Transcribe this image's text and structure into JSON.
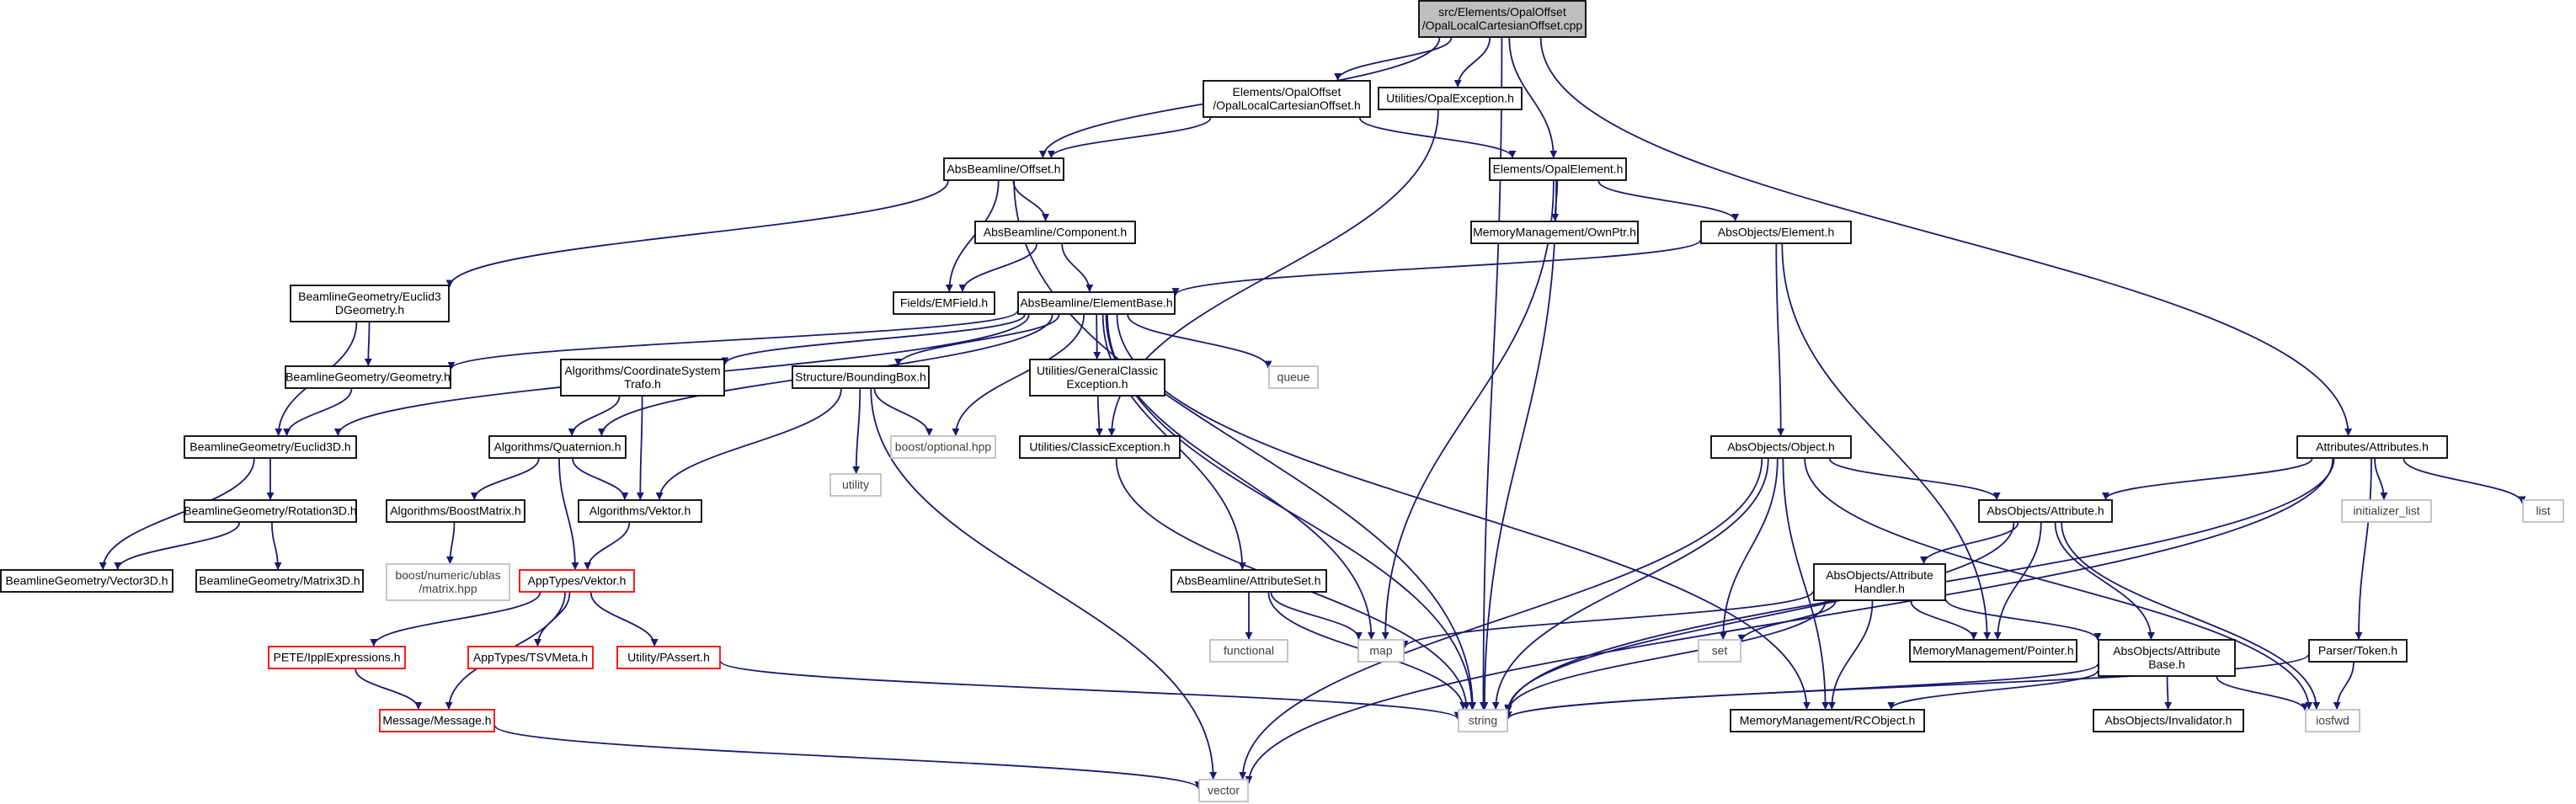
{
  "colors": {
    "edge": "#191970",
    "node_border": "#000000",
    "root_fill": "#bfbfbf",
    "missing_border": "#bfbfbf",
    "missing_text": "#404040",
    "red_border": "#ff0000",
    "text": "#000000"
  },
  "nodes": [
    {
      "id": "root",
      "lines": [
        "src/Elements/OpalOffset",
        "/OpalLocalCartesianOffset.cpp"
      ],
      "kind": "root"
    },
    {
      "id": "oplco_h",
      "lines": [
        "Elements/OpalOffset",
        "/OpalLocalCartesianOffset.h"
      ],
      "kind": "normal"
    },
    {
      "id": "opalexc",
      "lines": [
        "Utilities/OpalException.h"
      ],
      "kind": "normal"
    },
    {
      "id": "offset",
      "lines": [
        "AbsBeamline/Offset.h"
      ],
      "kind": "normal"
    },
    {
      "id": "opalel",
      "lines": [
        "Elements/OpalElement.h"
      ],
      "kind": "normal"
    },
    {
      "id": "component",
      "lines": [
        "AbsBeamline/Component.h"
      ],
      "kind": "normal"
    },
    {
      "id": "ownptr",
      "lines": [
        "MemoryManagement/OwnPtr.h"
      ],
      "kind": "normal"
    },
    {
      "id": "element",
      "lines": [
        "AbsObjects/Element.h"
      ],
      "kind": "normal"
    },
    {
      "id": "euclid3dgeo",
      "lines": [
        "BeamlineGeometry/Euclid3",
        "DGeometry.h"
      ],
      "kind": "normal"
    },
    {
      "id": "emfield",
      "lines": [
        "Fields/EMField.h"
      ],
      "kind": "normal"
    },
    {
      "id": "elembase",
      "lines": [
        "AbsBeamline/ElementBase.h"
      ],
      "kind": "normal"
    },
    {
      "id": "geometry",
      "lines": [
        "BeamlineGeometry/Geometry.h"
      ],
      "kind": "normal"
    },
    {
      "id": "coordtrafo",
      "lines": [
        "Algorithms/CoordinateSystem",
        "Trafo.h"
      ],
      "kind": "normal"
    },
    {
      "id": "bbox",
      "lines": [
        "Structure/BoundingBox.h"
      ],
      "kind": "normal"
    },
    {
      "id": "genclassic",
      "lines": [
        "Utilities/GeneralClassic",
        "Exception.h"
      ],
      "kind": "normal"
    },
    {
      "id": "queue",
      "lines": [
        "queue"
      ],
      "kind": "missing"
    },
    {
      "id": "euclid3d",
      "lines": [
        "BeamlineGeometry/Euclid3D.h"
      ],
      "kind": "normal"
    },
    {
      "id": "quaternion",
      "lines": [
        "Algorithms/Quaternion.h"
      ],
      "kind": "normal"
    },
    {
      "id": "utility",
      "lines": [
        "utility"
      ],
      "kind": "missing"
    },
    {
      "id": "optional",
      "lines": [
        "boost/optional.hpp"
      ],
      "kind": "missing"
    },
    {
      "id": "classicexc",
      "lines": [
        "Utilities/ClassicException.h"
      ],
      "kind": "normal"
    },
    {
      "id": "absobject",
      "lines": [
        "AbsObjects/Object.h"
      ],
      "kind": "normal"
    },
    {
      "id": "attributes",
      "lines": [
        "Attributes/Attributes.h"
      ],
      "kind": "normal"
    },
    {
      "id": "rotation3d",
      "lines": [
        "BeamlineGeometry/Rotation3D.h"
      ],
      "kind": "normal"
    },
    {
      "id": "boostmatrix",
      "lines": [
        "Algorithms/BoostMatrix.h"
      ],
      "kind": "normal"
    },
    {
      "id": "vektor",
      "lines": [
        "Algorithms/Vektor.h"
      ],
      "kind": "normal"
    },
    {
      "id": "absattr",
      "lines": [
        "AbsObjects/Attribute.h"
      ],
      "kind": "normal"
    },
    {
      "id": "initlist",
      "lines": [
        "initializer_list"
      ],
      "kind": "missing"
    },
    {
      "id": "list",
      "lines": [
        "list"
      ],
      "kind": "missing"
    },
    {
      "id": "vector3d",
      "lines": [
        "BeamlineGeometry/Vector3D.h"
      ],
      "kind": "normal"
    },
    {
      "id": "matrix3d",
      "lines": [
        "BeamlineGeometry/Matrix3D.h"
      ],
      "kind": "normal"
    },
    {
      "id": "ublas",
      "lines": [
        "boost/numeric/ublas",
        "/matrix.hpp"
      ],
      "kind": "missing"
    },
    {
      "id": "appvektor",
      "lines": [
        "AppTypes/Vektor.h"
      ],
      "kind": "red"
    },
    {
      "id": "attrset",
      "lines": [
        "AbsBeamline/AttributeSet.h"
      ],
      "kind": "normal"
    },
    {
      "id": "attrhandler",
      "lines": [
        "AbsObjects/Attribute",
        "Handler.h"
      ],
      "kind": "normal"
    },
    {
      "id": "map",
      "lines": [
        "map"
      ],
      "kind": "missing"
    },
    {
      "id": "set",
      "lines": [
        "set"
      ],
      "kind": "missing"
    },
    {
      "id": "functional",
      "lines": [
        "functional"
      ],
      "kind": "missing"
    },
    {
      "id": "pointer",
      "lines": [
        "MemoryManagement/Pointer.h"
      ],
      "kind": "normal"
    },
    {
      "id": "attrbase",
      "lines": [
        "AbsObjects/Attribute",
        "Base.h"
      ],
      "kind": "normal"
    },
    {
      "id": "token",
      "lines": [
        "Parser/Token.h"
      ],
      "kind": "normal"
    },
    {
      "id": "ipplexpr",
      "lines": [
        "PETE/IpplExpressions.h"
      ],
      "kind": "red"
    },
    {
      "id": "tsvmeta",
      "lines": [
        "AppTypes/TSVMeta.h"
      ],
      "kind": "red"
    },
    {
      "id": "passert",
      "lines": [
        "Utility/PAssert.h"
      ],
      "kind": "red"
    },
    {
      "id": "string",
      "lines": [
        "string"
      ],
      "kind": "missing"
    },
    {
      "id": "iosfwd",
      "lines": [
        "iosfwd"
      ],
      "kind": "missing"
    },
    {
      "id": "message",
      "lines": [
        "Message/Message.h"
      ],
      "kind": "red"
    },
    {
      "id": "rcobject",
      "lines": [
        "MemoryManagement/RCObject.h"
      ],
      "kind": "normal"
    },
    {
      "id": "invalidator",
      "lines": [
        "AbsObjects/Invalidator.h"
      ],
      "kind": "normal"
    },
    {
      "id": "vector",
      "lines": [
        "vector"
      ],
      "kind": "missing"
    }
  ],
  "edges": [
    [
      "root",
      "oplco_h"
    ],
    [
      "root",
      "opalexc"
    ],
    [
      "root",
      "offset"
    ],
    [
      "root",
      "opalel"
    ],
    [
      "root",
      "string"
    ],
    [
      "root",
      "attributes"
    ],
    [
      "oplco_h",
      "offset"
    ],
    [
      "oplco_h",
      "opalel"
    ],
    [
      "opalexc",
      "classicexc"
    ],
    [
      "offset",
      "component"
    ],
    [
      "offset",
      "euclid3dgeo"
    ],
    [
      "offset",
      "emfield"
    ],
    [
      "offset",
      "string"
    ],
    [
      "opalel",
      "ownptr"
    ],
    [
      "opalel",
      "element"
    ],
    [
      "opalel",
      "map"
    ],
    [
      "opalel",
      "string"
    ],
    [
      "component",
      "emfield"
    ],
    [
      "component",
      "elembase"
    ],
    [
      "element",
      "elembase"
    ],
    [
      "element",
      "absobject"
    ],
    [
      "element",
      "pointer"
    ],
    [
      "euclid3dgeo",
      "geometry"
    ],
    [
      "euclid3dgeo",
      "euclid3d"
    ],
    [
      "elembase",
      "geometry"
    ],
    [
      "elembase",
      "euclid3d"
    ],
    [
      "elembase",
      "coordtrafo"
    ],
    [
      "elembase",
      "bbox"
    ],
    [
      "elembase",
      "genclassic"
    ],
    [
      "elembase",
      "queue"
    ],
    [
      "elembase",
      "quaternion"
    ],
    [
      "elembase",
      "optional"
    ],
    [
      "elembase",
      "attrset"
    ],
    [
      "elembase",
      "map"
    ],
    [
      "elembase",
      "string"
    ],
    [
      "elembase",
      "rcobject"
    ],
    [
      "geometry",
      "euclid3d"
    ],
    [
      "coordtrafo",
      "quaternion"
    ],
    [
      "coordtrafo",
      "vektor"
    ],
    [
      "bbox",
      "utility"
    ],
    [
      "bbox",
      "optional"
    ],
    [
      "bbox",
      "vektor"
    ],
    [
      "bbox",
      "vector"
    ],
    [
      "genclassic",
      "classicexc"
    ],
    [
      "classicexc",
      "string"
    ],
    [
      "euclid3d",
      "rotation3d"
    ],
    [
      "euclid3d",
      "vector3d"
    ],
    [
      "rotation3d",
      "vector3d"
    ],
    [
      "rotation3d",
      "matrix3d"
    ],
    [
      "quaternion",
      "boostmatrix"
    ],
    [
      "quaternion",
      "vektor"
    ],
    [
      "quaternion",
      "appvektor"
    ],
    [
      "boostmatrix",
      "ublas"
    ],
    [
      "vektor",
      "appvektor"
    ],
    [
      "appvektor",
      "ipplexpr"
    ],
    [
      "appvektor",
      "tsvmeta"
    ],
    [
      "appvektor",
      "passert"
    ],
    [
      "appvektor",
      "message"
    ],
    [
      "ipplexpr",
      "message"
    ],
    [
      "passert",
      "string"
    ],
    [
      "message",
      "vector"
    ],
    [
      "attrset",
      "functional"
    ],
    [
      "attrset",
      "map"
    ],
    [
      "attrset",
      "string"
    ],
    [
      "absobject",
      "absattr"
    ],
    [
      "absobject",
      "set"
    ],
    [
      "absobject",
      "string"
    ],
    [
      "absobject",
      "vector"
    ],
    [
      "absobject",
      "rcobject"
    ],
    [
      "absobject",
      "iosfwd"
    ],
    [
      "attributes",
      "absattr"
    ],
    [
      "attributes",
      "initlist"
    ],
    [
      "attributes",
      "list"
    ],
    [
      "attributes",
      "token"
    ],
    [
      "attributes",
      "string"
    ],
    [
      "attributes",
      "vector"
    ],
    [
      "absattr",
      "attrhandler"
    ],
    [
      "absattr",
      "pointer"
    ],
    [
      "absattr",
      "attrbase"
    ],
    [
      "absattr",
      "string"
    ],
    [
      "absattr",
      "iosfwd"
    ],
    [
      "attrhandler",
      "map"
    ],
    [
      "attrhandler",
      "set"
    ],
    [
      "attrhandler",
      "pointer"
    ],
    [
      "attrhandler",
      "attrbase"
    ],
    [
      "attrhandler",
      "string"
    ],
    [
      "attrhandler",
      "rcobject"
    ],
    [
      "attrbase",
      "rcobject"
    ],
    [
      "attrbase",
      "invalidator"
    ],
    [
      "attrbase",
      "iosfwd"
    ],
    [
      "attrbase",
      "string"
    ],
    [
      "token",
      "string"
    ],
    [
      "token",
      "iosfwd"
    ]
  ]
}
